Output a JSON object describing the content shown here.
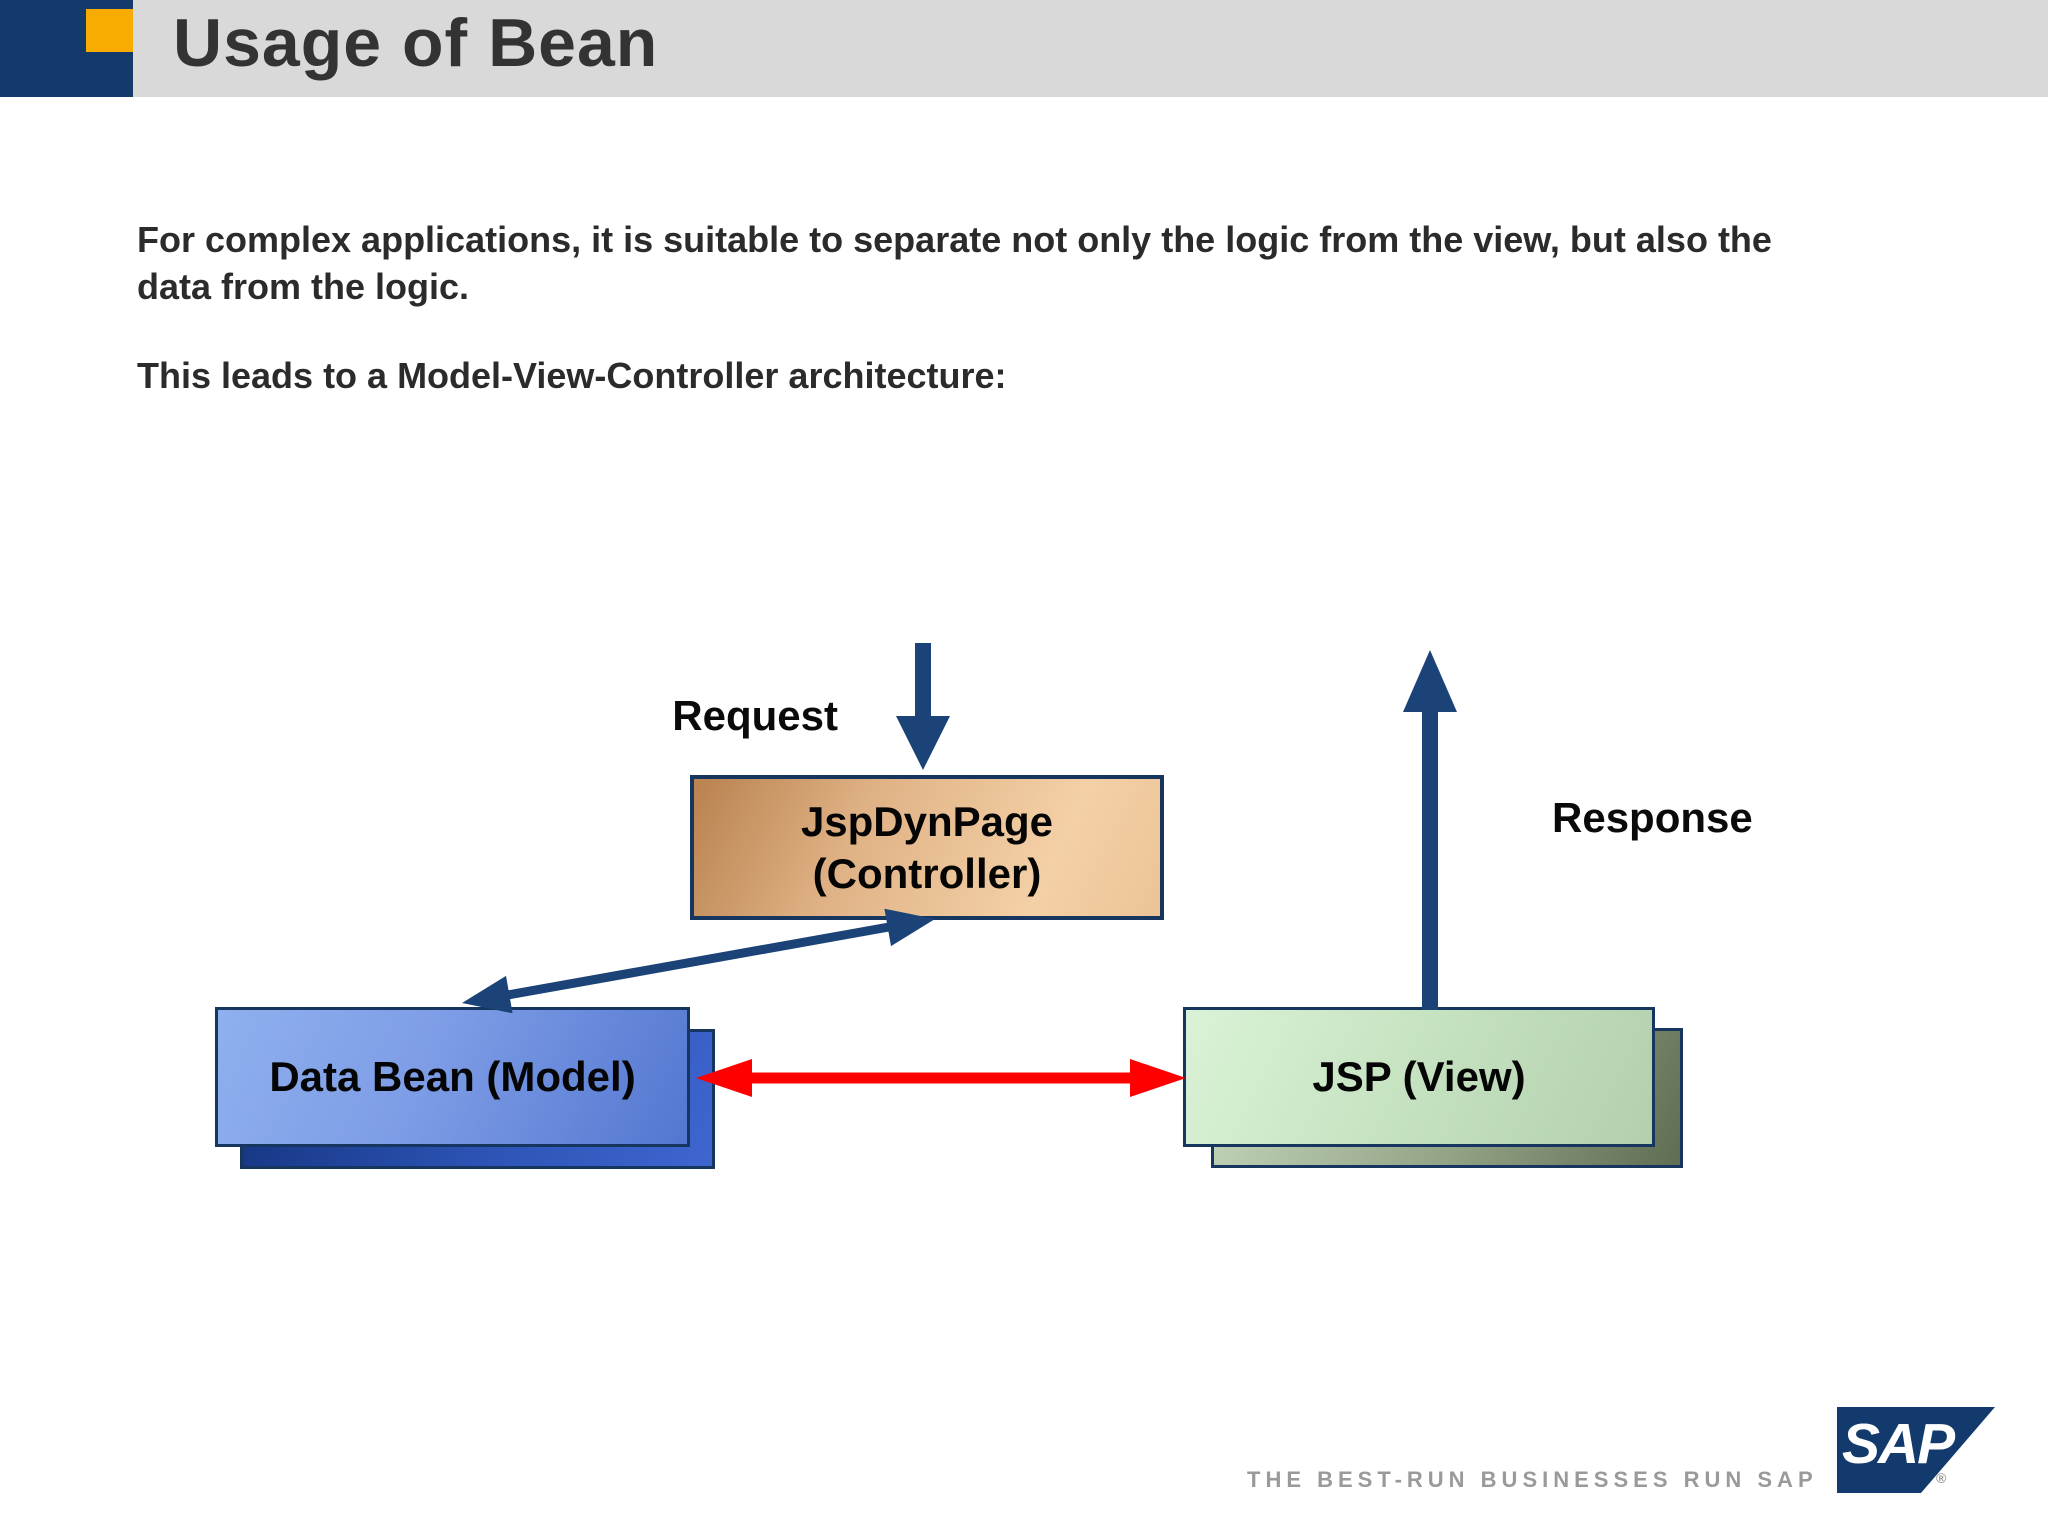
{
  "header": {
    "title": "Usage of Bean"
  },
  "body": {
    "paragraph1_line1": "For complex applications, it is suitable to separate not only the logic from the view, but also the",
    "paragraph1_line2": "data from the logic.",
    "paragraph2": "This leads to a Model-View-Controller architecture:"
  },
  "diagram": {
    "request_label": "Request",
    "response_label": "Response",
    "controller_box_line1": "JspDynPage",
    "controller_box_line2": "(Controller)",
    "model_box_label": "Data Bean (Model)",
    "view_box_label": "JSP (View)"
  },
  "footer": {
    "tagline": "THE BEST-RUN BUSINESSES RUN SAP",
    "logo_text": "SAP",
    "registered_mark": "®"
  },
  "colors": {
    "header_gray": "#d9d9d9",
    "navy_block": "#14396b",
    "gold": "#f8ab00",
    "box_border_navy": "#16365f",
    "arrow_navy": "#1b4377",
    "arrow_red": "#fe0000",
    "controller_fill": "#e9c297",
    "model_fill": "#7d9ce6",
    "view_fill": "#cde8c8",
    "tagline_gray": "#9a9a9a",
    "logo_navy": "#133a6d"
  }
}
